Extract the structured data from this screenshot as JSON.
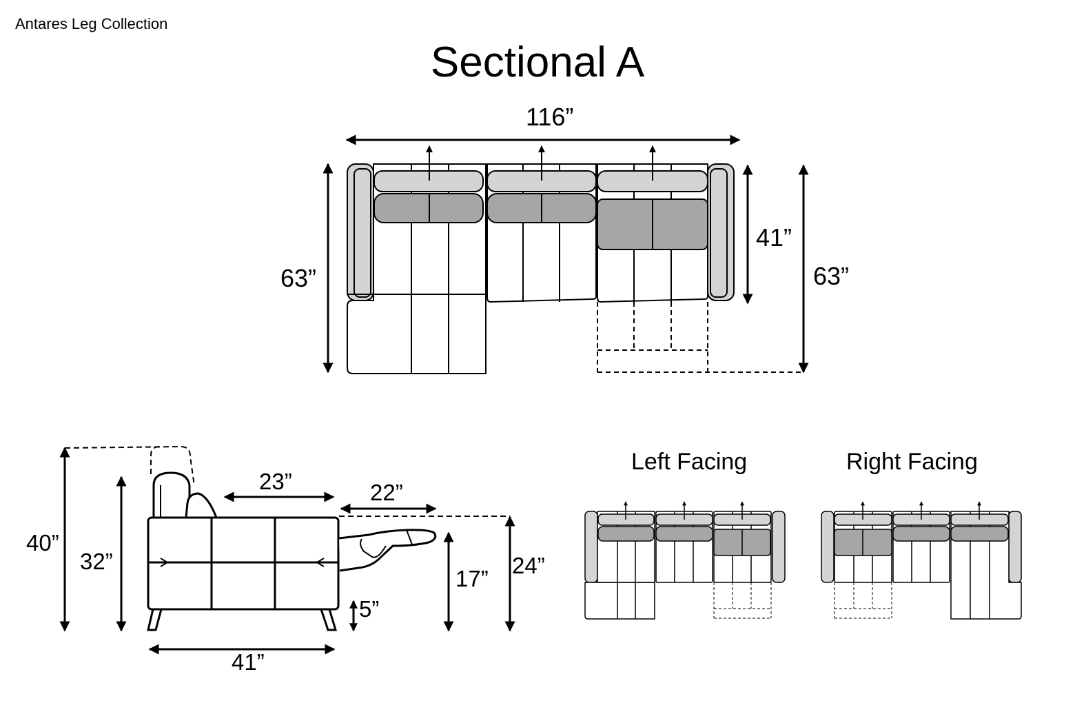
{
  "collection_name": "Antares Leg Collection",
  "title": "Sectional A",
  "top_view": {
    "width": "116”",
    "depth_left": "63”",
    "depth_back": "41”",
    "depth_right": "63”"
  },
  "side_view": {
    "height_reclined": "40”",
    "height_back": "32”",
    "seat_depth": "23”",
    "footrest_extension": "22”",
    "seat_height": "17”",
    "extended_height": "24”",
    "leg_height": "5”",
    "overall_depth": "41”"
  },
  "variants": {
    "left_label": "Left Facing",
    "right_label": "Right Facing"
  },
  "colors": {
    "line": "#000000",
    "light_fill": "#d4d4d4",
    "dark_fill": "#a6a6a6",
    "seat_fill": "#ffffff"
  }
}
